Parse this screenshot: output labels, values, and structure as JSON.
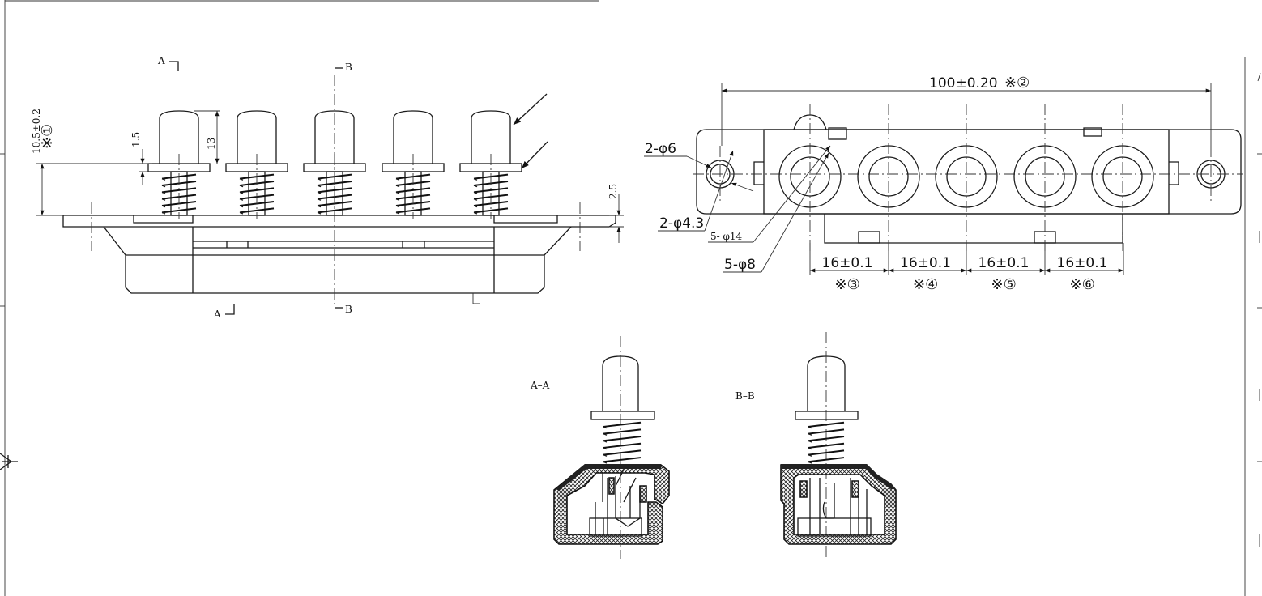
{
  "front_view": {
    "section_a_top": "A",
    "section_a_bottom": "A",
    "section_b_top": "B",
    "section_b_bottom": "B",
    "dim_overall_height": "10.5±0.2",
    "dim_overall_note": "※①",
    "dim_cap_height": "13",
    "dim_flange_thickness": "1.5",
    "dim_plate_thickness": "2.5"
  },
  "top_view": {
    "dim_total_length": "100±0.20",
    "dim_total_note": "※②",
    "label_mount_hole": "2-φ6",
    "label_small_hole": "2-φ4.3",
    "label_ring_outer": "5- φ14",
    "label_ring_inner": "5-φ8",
    "pitch_dims": [
      {
        "value": "16±0.1",
        "note": "※③"
      },
      {
        "value": "16±0.1",
        "note": "※④"
      },
      {
        "value": "16±0.1",
        "note": "※⑤"
      },
      {
        "value": "16±0.1",
        "note": "※⑥"
      }
    ]
  },
  "sections": {
    "section_aa_label": "A–A",
    "section_bb_label": "B–B"
  }
}
